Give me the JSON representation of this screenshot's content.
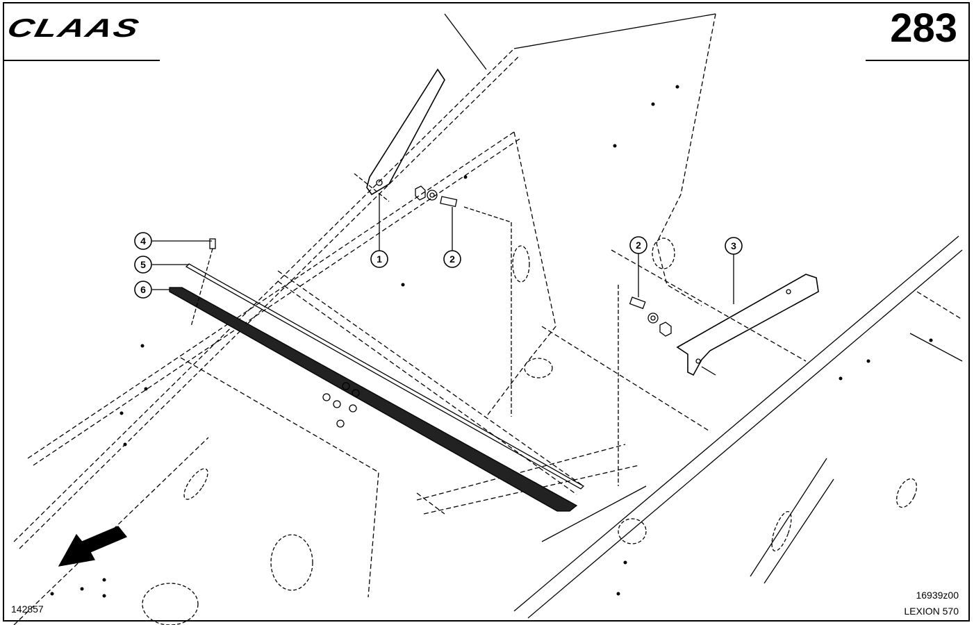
{
  "header": {
    "brand": "CLAAS",
    "page_number": "283"
  },
  "footer": {
    "doc_number": "142857",
    "figure_code": "16939z00",
    "model": "LEXION 570"
  },
  "callouts": [
    "1",
    "2",
    "3",
    "2",
    "4",
    "5",
    "6"
  ]
}
